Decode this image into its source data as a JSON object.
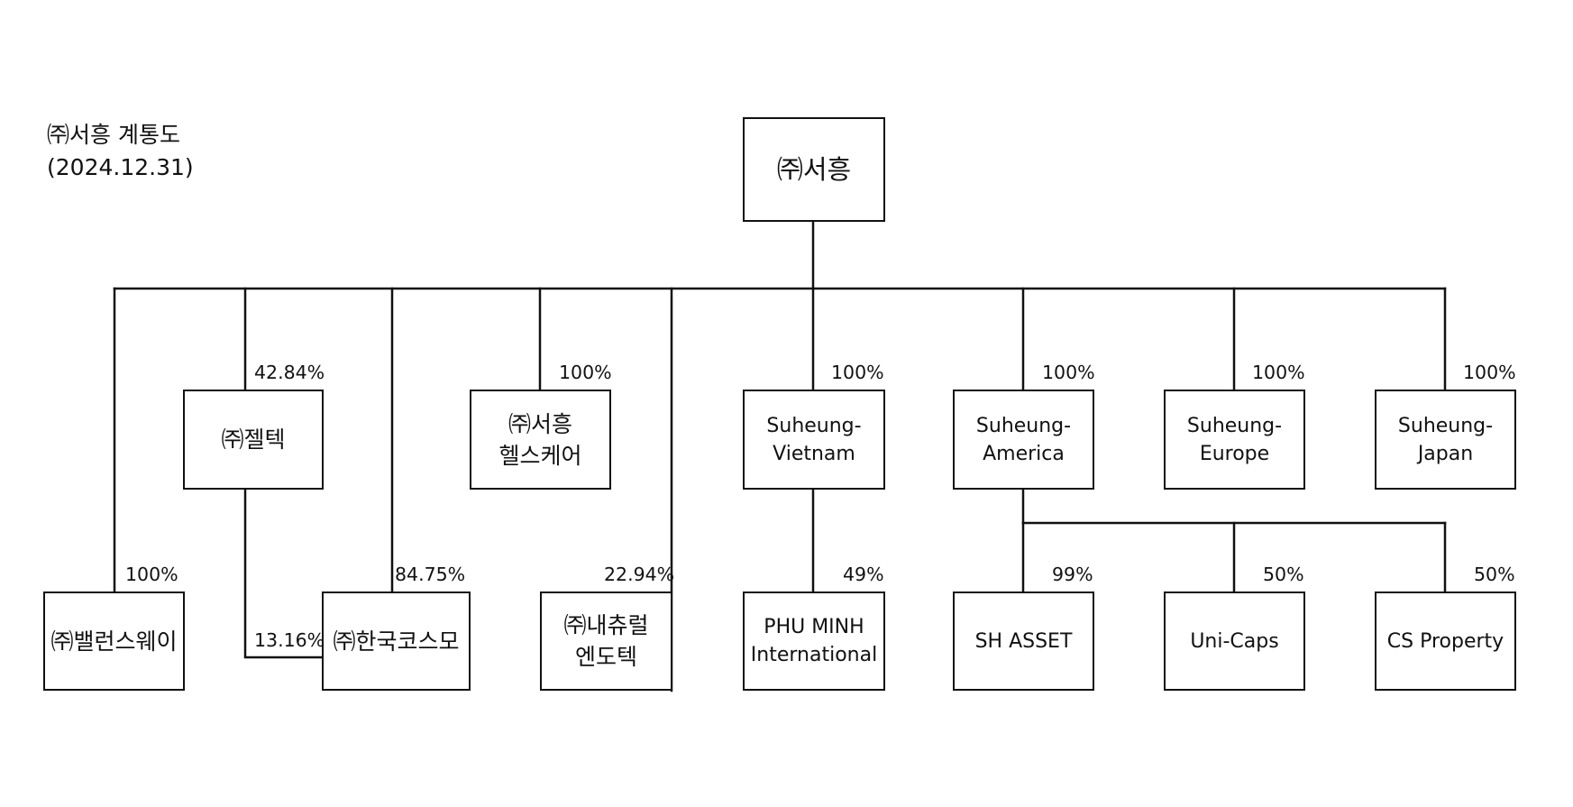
{
  "title": {
    "line1": "㈜서흥 계통도",
    "line2": "(2024.12.31)"
  },
  "nodes": {
    "root": "㈜서흥",
    "zeltech": "㈜젤텍",
    "healthcare": "㈜서흥\n헬스케어",
    "vietnam": "Suheung-\nVietnam",
    "america": "Suheung-\nAmerica",
    "europe": "Suheung-\nEurope",
    "japan": "Suheung-\nJapan",
    "balanceway": "㈜밸런스웨이",
    "kcosmo": "㈜한국코스모",
    "natural": "㈜내츄럴\n엔도텍",
    "phuminh": "PHU MINH\nInternational",
    "shasset": "SH ASSET",
    "unicaps": "Uni-Caps",
    "csproperty": "CS Property"
  },
  "ownership": {
    "zeltech": "42.84%",
    "healthcare": "100%",
    "vietnam": "100%",
    "america": "100%",
    "europe": "100%",
    "japan": "100%",
    "balanceway": "100%",
    "kcosmo": "84.75%",
    "kcosmo_by_zeltech": "13.16%",
    "natural": "22.94%",
    "phuminh": "49%",
    "shasset": "99%",
    "unicaps": "50%",
    "csproperty": "50%"
  }
}
